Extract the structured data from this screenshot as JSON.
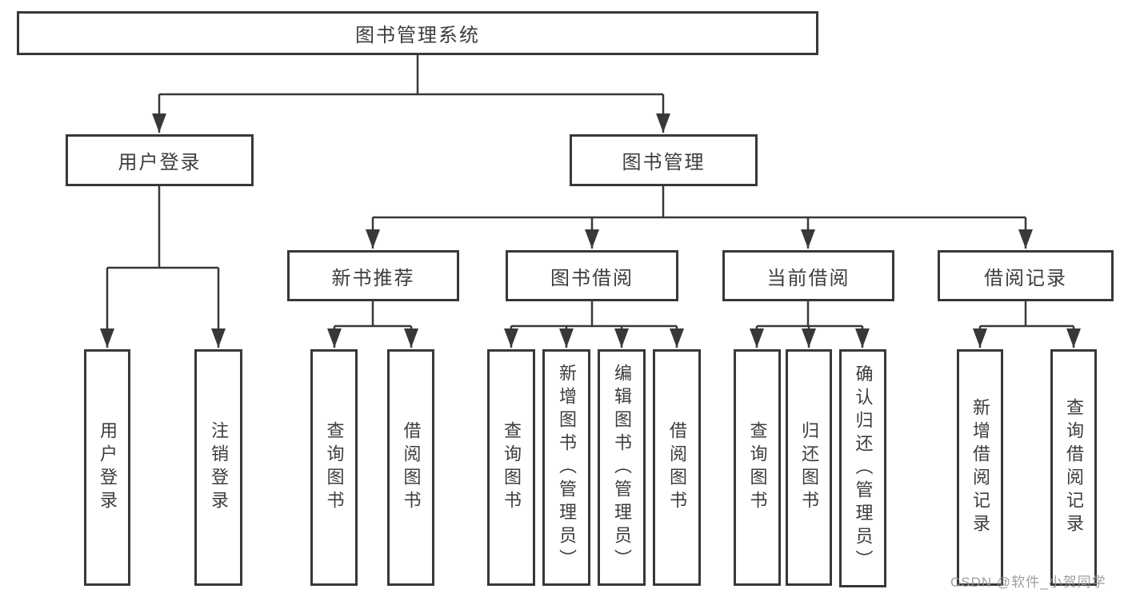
{
  "diagram": {
    "title": "图书管理系统",
    "colors": {
      "line": "#383838",
      "border": "#383838",
      "text": "#3d3d3d",
      "background": "#ffffff",
      "watermark": "#969696"
    },
    "tree": {
      "label": "图书管理系统",
      "children": [
        {
          "label": "用户登录",
          "children": [
            {
              "label": "用户登录"
            },
            {
              "label": "注销登录"
            }
          ]
        },
        {
          "label": "图书管理",
          "children": [
            {
              "label": "新书推荐",
              "children": [
                {
                  "label": "查询图书"
                },
                {
                  "label": "借阅图书"
                }
              ]
            },
            {
              "label": "图书借阅",
              "children": [
                {
                  "label": "查询图书"
                },
                {
                  "label": "新增图书（管理员）"
                },
                {
                  "label": "编辑图书（管理员）"
                },
                {
                  "label": "借阅图书"
                }
              ]
            },
            {
              "label": "当前借阅",
              "children": [
                {
                  "label": "查询图书"
                },
                {
                  "label": "归还图书"
                },
                {
                  "label": "确认归还（管理员）"
                }
              ]
            },
            {
              "label": "借阅记录",
              "children": [
                {
                  "label": "新增借阅记录"
                },
                {
                  "label": "查询借阅记录"
                }
              ]
            }
          ]
        }
      ]
    }
  },
  "watermark": {
    "text": "CSDN @软件_小贺同学"
  }
}
